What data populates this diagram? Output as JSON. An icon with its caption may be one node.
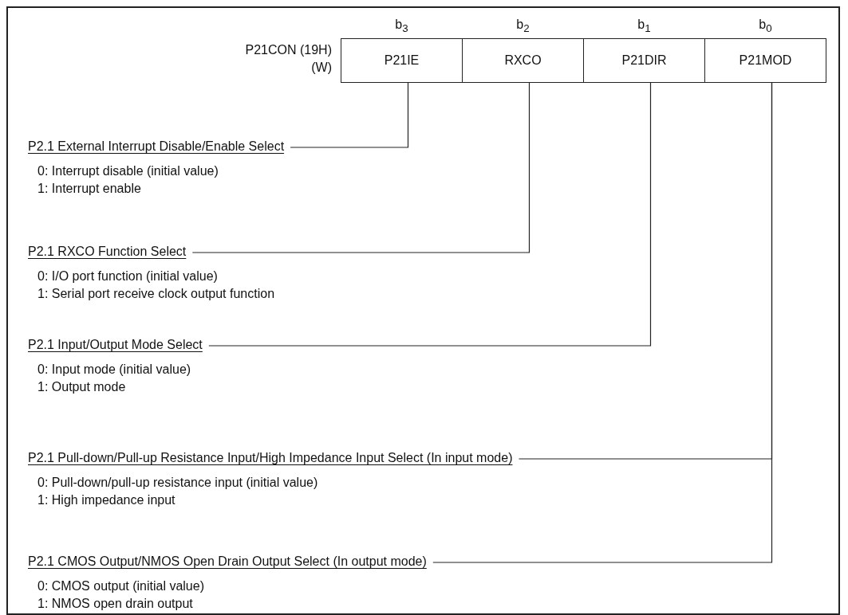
{
  "diagram": {
    "nodes": [
      {
        "text": [
          "P21IE"
        ],
        "beside": [
          "b$_{3}$"
        ]
      },
      {
        "text": [
          "RXCO"
        ],
        "beside": [
          "b$_{2}$"
        ]
      },
      {
        "text": [
          "P21DIR"
        ],
        "beside": [
          "b$_{1}$"
        ]
      },
      {
        "text": [
          "P21MOD"
        ],
        "beside": [
          "b$_{0}$"
        ]
      },
      {
        "text": [
          "P2.1 External Interrupt Disable/Enable Select"
        ],
        "beside": [
          "0: Interrupt disable (initial value)",
          "1: Interrupt enable"
        ]
      },
      {
        "text": [
          "P2.1 RXCO Function Select"
        ],
        "beside": [
          "0: I/O port function (initial value)",
          "1: Serial port receive clock output function"
        ]
      },
      {
        "text": [
          "P2.1 Input/Output Mode Select"
        ],
        "beside": [
          "0: Input mode (initial value)",
          "1: Output mode"
        ]
      },
      {
        "text": [
          "P2.1 Pull-down/Pull-up Resistance Input/High Impedance Input Select (In input mode)"
        ],
        "beside": [
          "0: Pull-down/pull-up resistance input (initial value)",
          "1: High impedance input"
        ]
      },
      {
        "text": [
          "P2.1 CMOS Output/NMOS Open Drain Output Select (In output mode)"
        ],
        "beside": [
          "0: CMOS output (initial value)",
          "1: NMOS open drain output"
        ]
      }
    ],
    "edges": [
      {
        "from": 0,
        "to": 4,
        "arrow": "none"
      },
      {
        "from": 1,
        "to": 5,
        "arrow": "none"
      },
      {
        "from": 2,
        "to": 6,
        "arrow": "none"
      },
      {
        "from": 3,
        "to": 7,
        "arrow": "none"
      },
      {
        "from": 3,
        "to": 8,
        "arrow": "none"
      }
    ],
    "labels": [
      "P21CON (19H)",
      "(W)"
    ]
  }
}
